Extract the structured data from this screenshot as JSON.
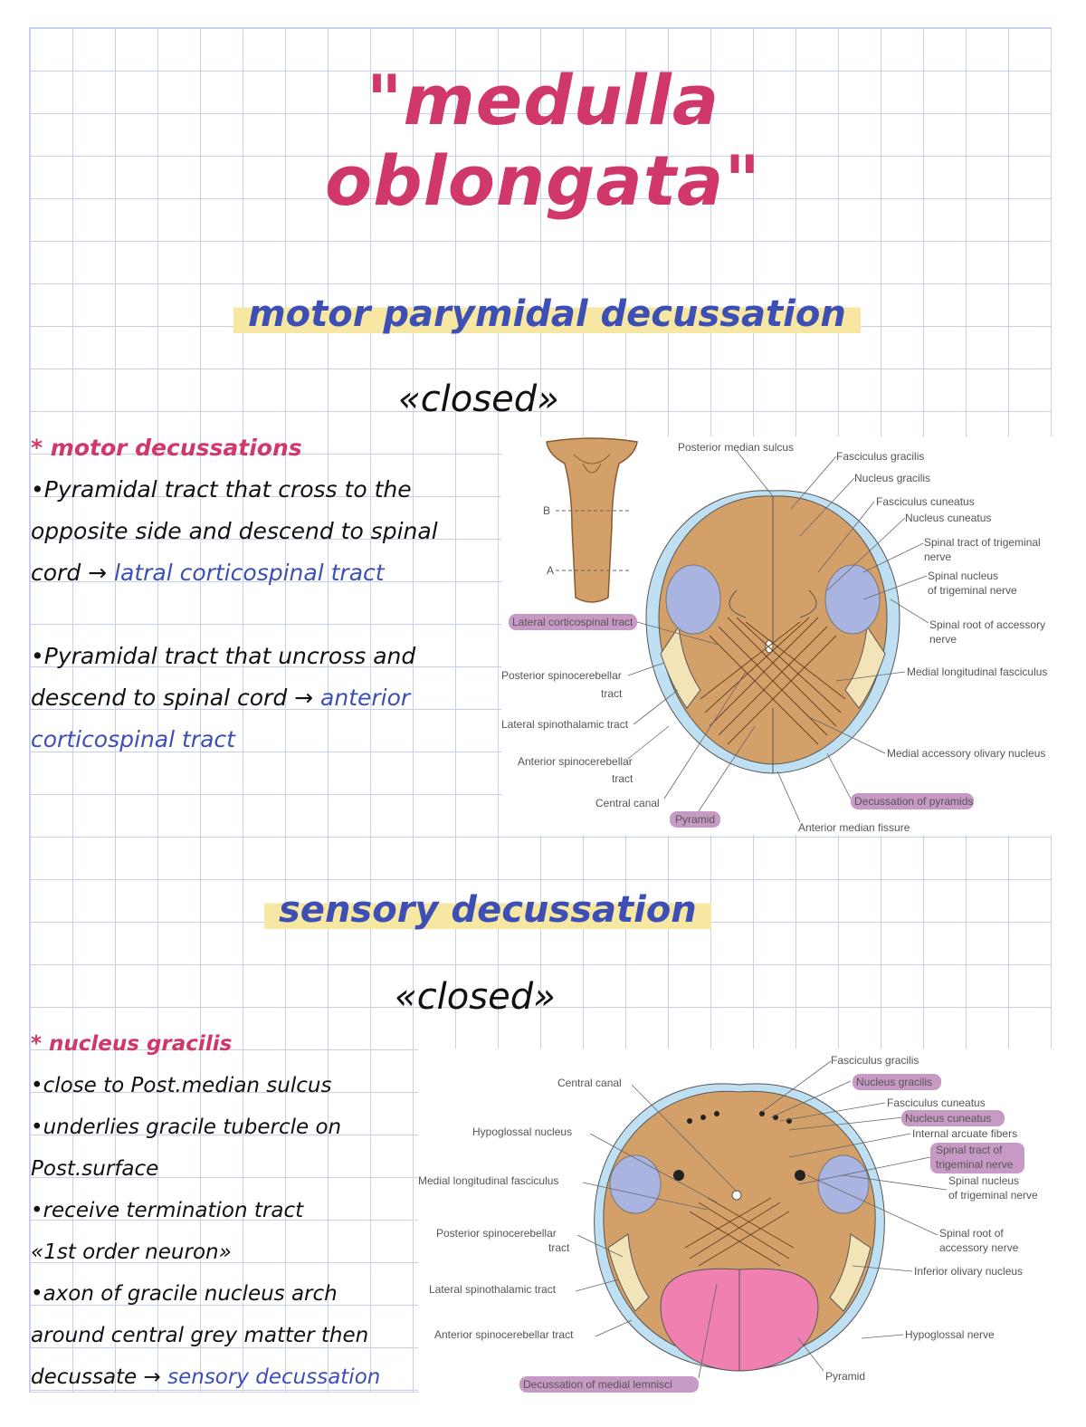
{
  "title": "\"medulla oblongata\"",
  "motor_section": {
    "heading": "motor parymidal decussation",
    "state": "«closed»",
    "notes_heading": "* motor decussations",
    "note1_lines": [
      "•Pyramidal tract that cross to the",
      "opposite side and descend to spinal"
    ],
    "note1_end_prefix": "cord →",
    "note1_end_term": "latral corticospinal tract",
    "note2_lines": [
      "•Pyramidal tract that uncross and"
    ],
    "note2_end_prefix": "descend to spinal cord →",
    "note2_end_term_a": "anterior",
    "note2_end_term_b": "corticospinal tract"
  },
  "diagram1": {
    "small_labels": [
      "B",
      "A"
    ],
    "labels": {
      "posterior_median_sulcus": "Posterior median sulcus",
      "fasciculus_gracilis": "Fasciculus gracilis",
      "nucleus_gracilis": "Nucleus gracilis",
      "fasciculus_cuneatus": "Fasciculus cuneatus",
      "nucleus_cuneatus": "Nucleus cuneatus",
      "spinal_tract_trigeminal_a": "Spinal tract of trigeminal",
      "spinal_tract_trigeminal_b": "nerve",
      "spinal_nucleus_a": "Spinal nucleus",
      "spinal_nucleus_b": "of trigeminal nerve",
      "spinal_root_a": "Spinal root of accessory",
      "spinal_root_b": "nerve",
      "mlf": "Medial longitudinal fasciculus",
      "medial_accessory_olivary": "Medial accessory olivary nucleus",
      "decussation_pyramids": "Decussation of pyramids",
      "anterior_median_fissure": "Anterior median fissure",
      "pyramid": "Pyramid",
      "central_canal": "Central canal",
      "ant_spinocerebellar_a": "Anterior spinocerebellar",
      "ant_spinocerebellar_b": "tract",
      "lat_spinothalamic": "Lateral spinothalamic tract",
      "post_spinocerebellar_a": "Posterior spinocerebellar",
      "post_spinocerebellar_b": "tract",
      "lateral_corticospinal": "Lateral corticospinal tract"
    }
  },
  "sensory_section": {
    "heading": "sensory decussation",
    "state": "«closed»",
    "notes_heading": "* nucleus gracilis",
    "lines": [
      "•close to Post.median sulcus",
      "•underlies gracile tubercle on",
      "Post.surface",
      "•receive termination tract",
      "«1st order neuron»",
      "•axon of gracile nucleus arch",
      "around central grey matter then"
    ],
    "last_prefix": "decussate →",
    "last_term": "sensory decussation"
  },
  "diagram2": {
    "labels": {
      "central_canal": "Central canal",
      "hypoglossal_nucleus": "Hypoglossal nucleus",
      "mlf": "Medial longitudinal fasciculus",
      "post_spinocerebellar_a": "Posterior spinocerebellar",
      "post_spinocerebellar_b": "tract",
      "lat_spinothalamic": "Lateral spinothalamic tract",
      "ant_spinocerebellar": "Anterior spinocerebellar tract",
      "decussation_medial_lemnisci": "Decussation of medial lemnisci",
      "pyramid": "Pyramid",
      "hypoglossal_nerve": "Hypoglossal nerve",
      "inferior_olivary": "Inferior olivary nucleus",
      "spinal_root_a": "Spinal root of",
      "spinal_root_b": "accessory nerve",
      "spinal_nucleus_a": "Spinal nucleus",
      "spinal_nucleus_b": "of trigeminal nerve",
      "spinal_tract_a": "Spinal tract of",
      "spinal_tract_b": "trigeminal nerve",
      "internal_arcuate": "Internal arcuate fibers",
      "nucleus_cuneatus": "Nucleus cuneatus",
      "fasciculus_cuneatus": "Fasciculus cuneatus",
      "nucleus_gracilis": "Nucleus gracilis",
      "fasciculus_gracilis": "Fasciculus gracilis"
    }
  },
  "colors": {
    "title_pink": "#d0386a",
    "heading_blue": "#3d4fb5",
    "highlight_yellow": "#f6e7a3",
    "label_highlight": "#c69ac4",
    "tissue": "#d4a06a",
    "nucleus_blue": "#aab4e0",
    "tract_light_blue": "#bfe0f2",
    "tract_cream": "#f3e3b8",
    "pyramid_pink": "#ef80b0"
  }
}
